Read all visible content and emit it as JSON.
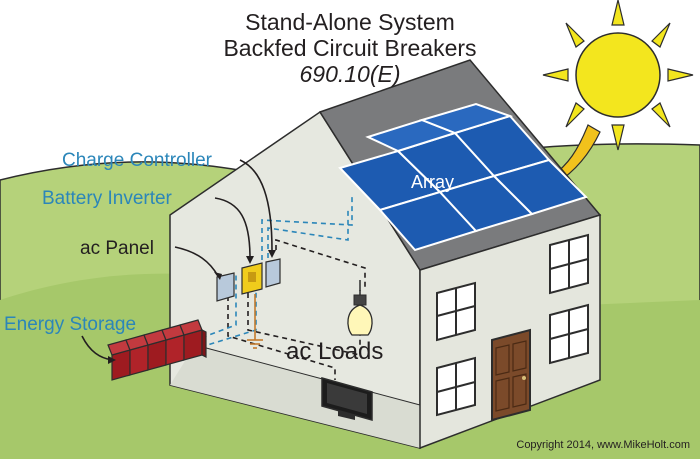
{
  "title": {
    "line1": "Stand-Alone System",
    "line2": "Backfed Circuit Breakers",
    "line3": "690.10(E)"
  },
  "labels": {
    "charge_controller": "Charge Controller",
    "battery_inverter": "Battery Inverter",
    "ac_panel": "ac Panel",
    "energy_storage": "Energy Storage",
    "ac_loads": "ac Loads",
    "array": "Array"
  },
  "copyright": "Copyright 2014, www.MikeHolt.com",
  "colors": {
    "sky": "#ffffff",
    "grass": "#a6c86a",
    "roof": "#7a7b7d",
    "wall_front": "#e4e6dd",
    "wall_side": "#d4d7cb",
    "panel": "#1d5bb1",
    "sun": "#f3e61e",
    "sun_arrow": "#f2c21c",
    "label_blue": "#2b86b9",
    "battery": "#9e1b20",
    "door": "#7b4a2a"
  },
  "icons": [
    "sun-icon",
    "light-bulb-icon",
    "tv-icon",
    "battery-bank-icon",
    "ground-symbol-icon"
  ]
}
